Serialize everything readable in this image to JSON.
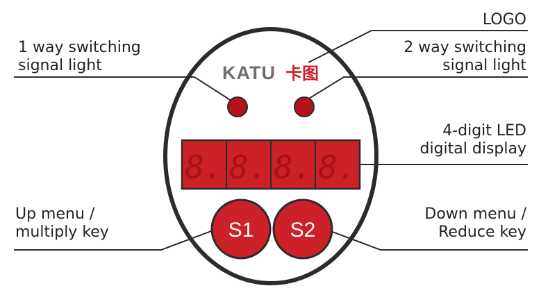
{
  "labels": {
    "logo": "LOGO",
    "signal_light_1": [
      "1 way switching",
      "signal light"
    ],
    "signal_light_2": [
      "2 way switching",
      "signal light"
    ],
    "led_display": [
      "4-digit LED",
      "digital display"
    ],
    "up_menu": [
      "Up menu /",
      "multiply key"
    ],
    "down_menu": [
      "Down menu /",
      "Reduce key"
    ]
  },
  "device": {
    "logo_text": "KATU",
    "logo_cjk": "卡图",
    "led_digits": [
      "8.",
      "8.",
      "8.",
      "8."
    ],
    "key_s1": "S1",
    "key_s2": "S2"
  },
  "colors": {
    "led_red": "#cc2027",
    "led_dark": "#b5121b",
    "key_red": "#cc2128",
    "outline": "#2b2b2b",
    "text": "#222222"
  }
}
